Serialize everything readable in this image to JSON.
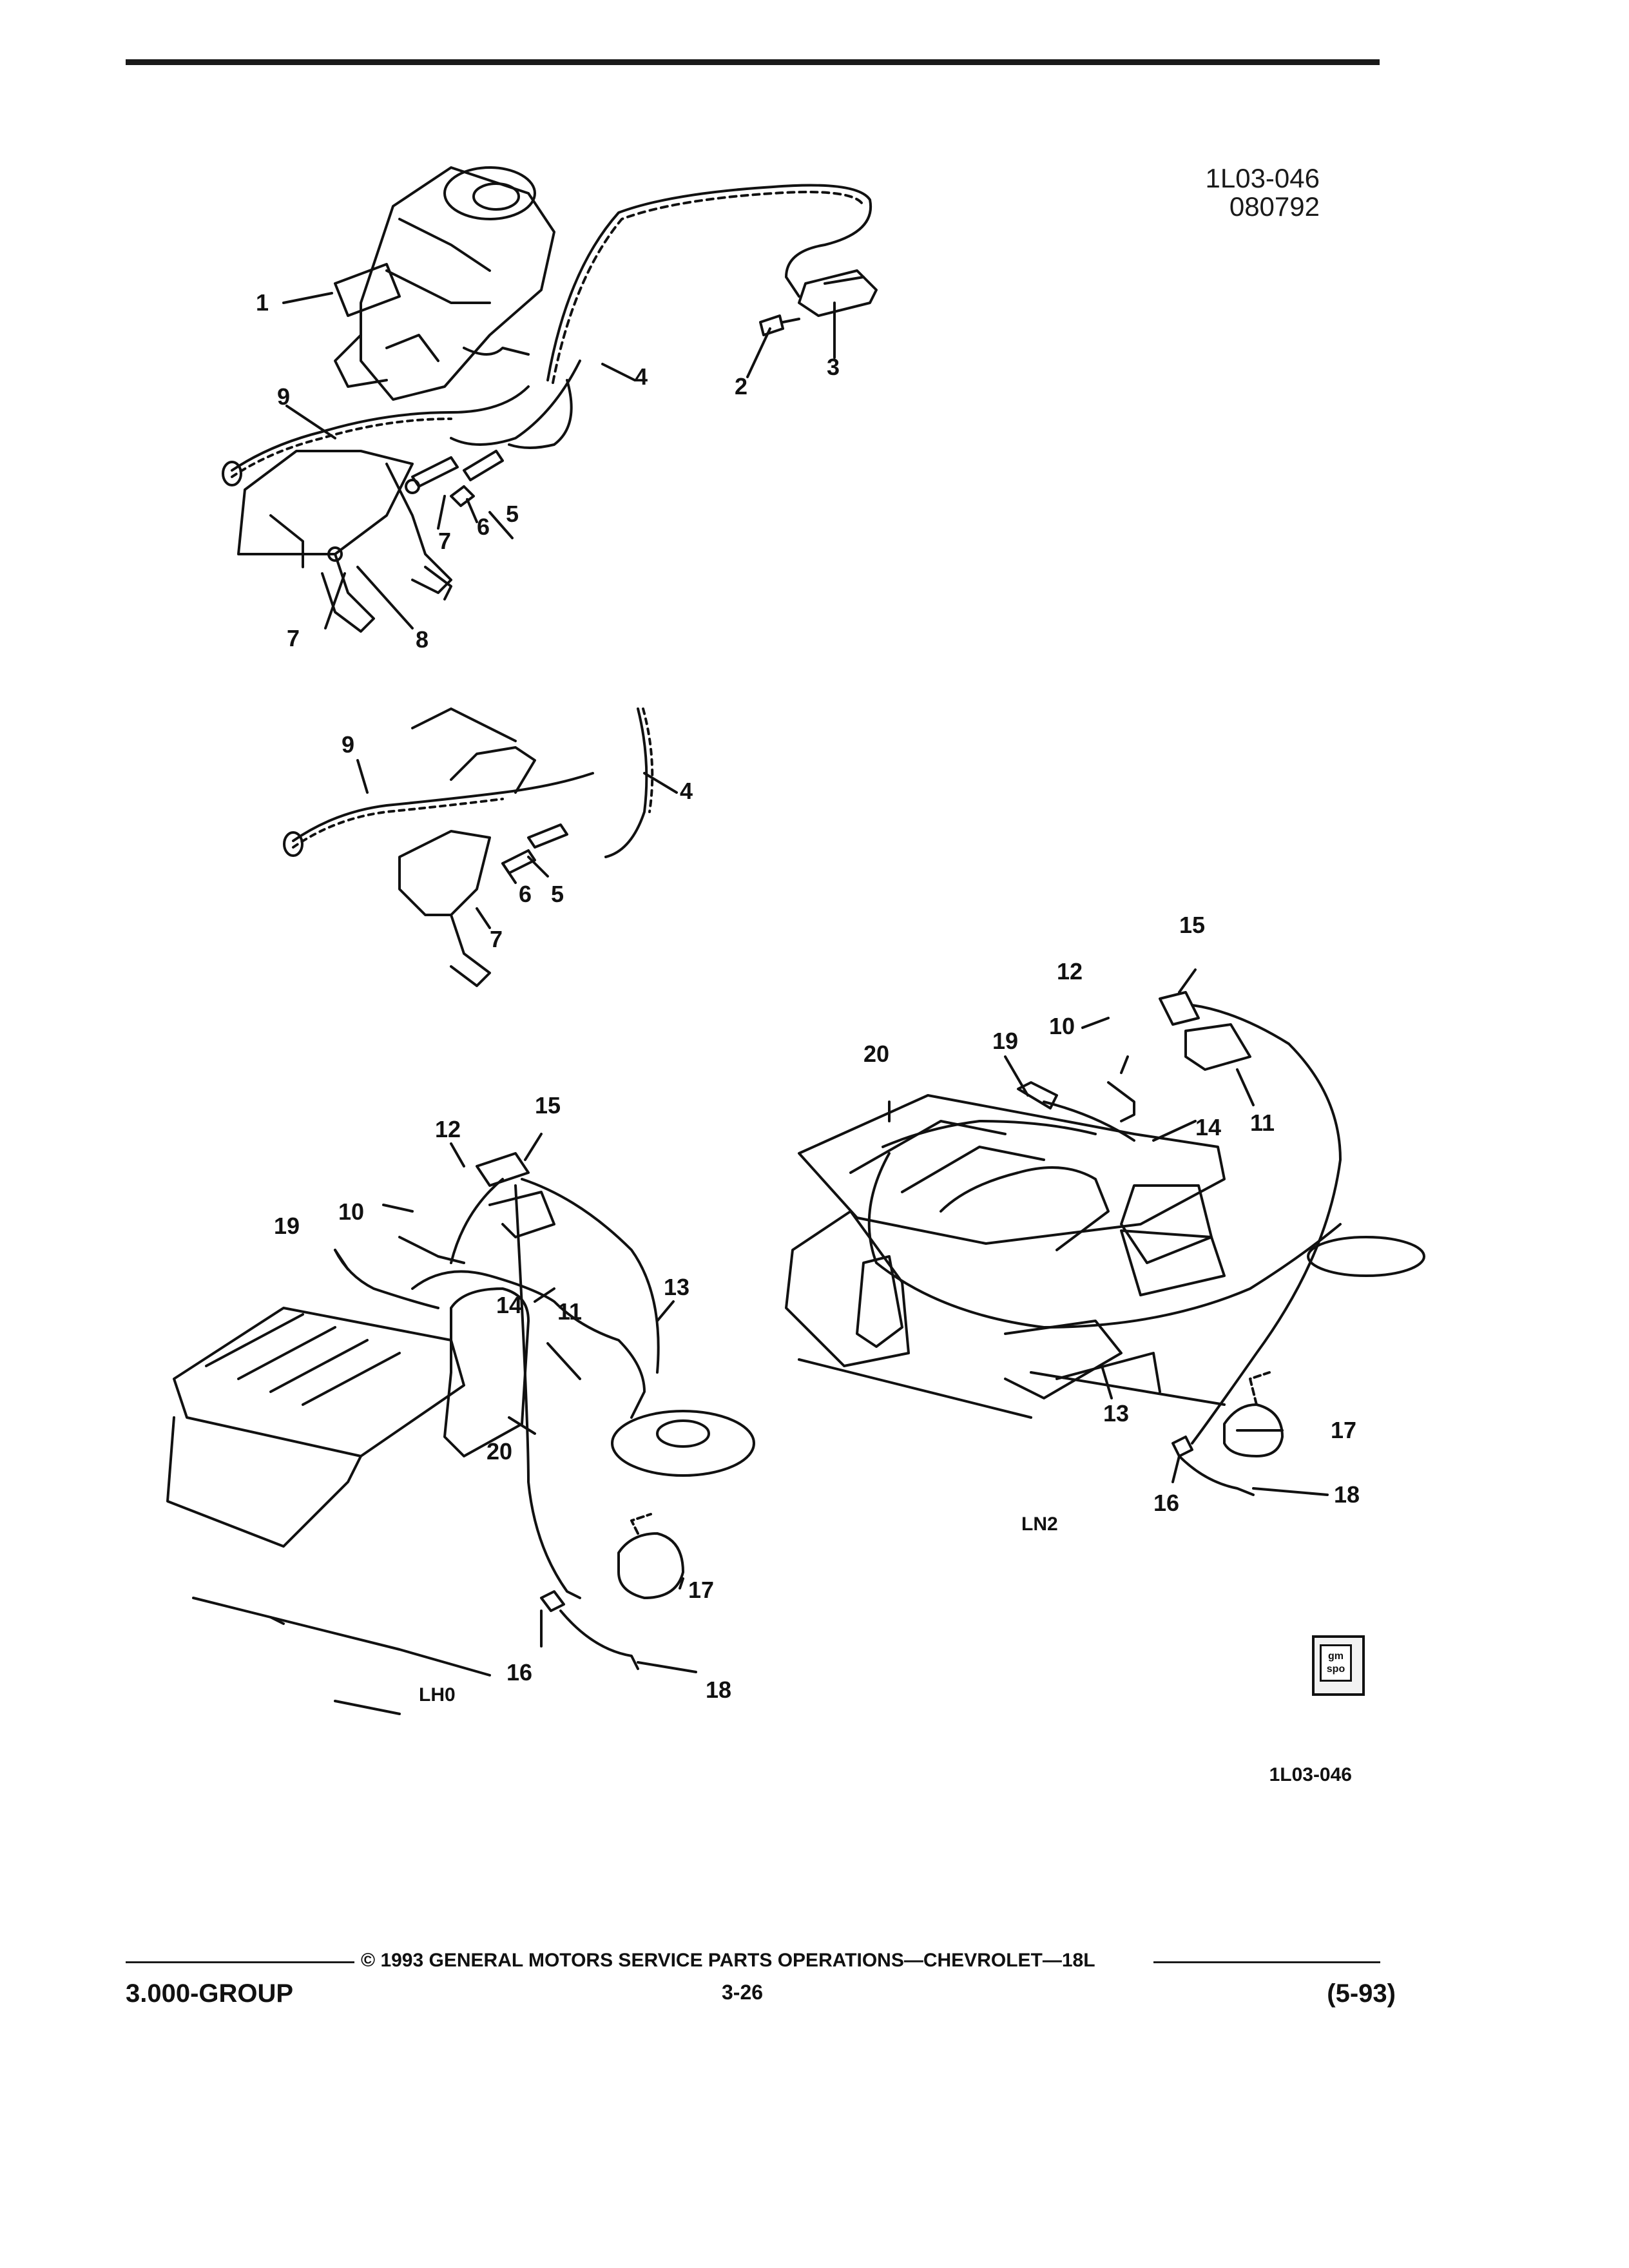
{
  "header": {
    "ref_code_line1": "1L03-046",
    "ref_code_line2": "080792"
  },
  "callouts": {
    "c1": "1",
    "c2": "2",
    "c3": "3",
    "c4": "4",
    "c5": "5",
    "c6": "6",
    "c7": "7",
    "c8": "8",
    "c9": "9",
    "c10": "10",
    "c11": "11",
    "c12": "12",
    "c13": "13",
    "c14": "14",
    "c15": "15",
    "c16": "16",
    "c17": "17",
    "c18": "18",
    "c19": "19",
    "c20": "20"
  },
  "variants": {
    "left_engine": "LH0",
    "right_engine": "LN2"
  },
  "badge": {
    "line1": "gm",
    "line2": "spo"
  },
  "figure_code": "1L03-046",
  "footer": {
    "copyright": "© 1993 GENERAL MOTORS SERVICE PARTS OPERATIONS—CHEVROLET—18L",
    "group": "3.000-GROUP",
    "page": "3-26",
    "date": "(5-93)"
  }
}
